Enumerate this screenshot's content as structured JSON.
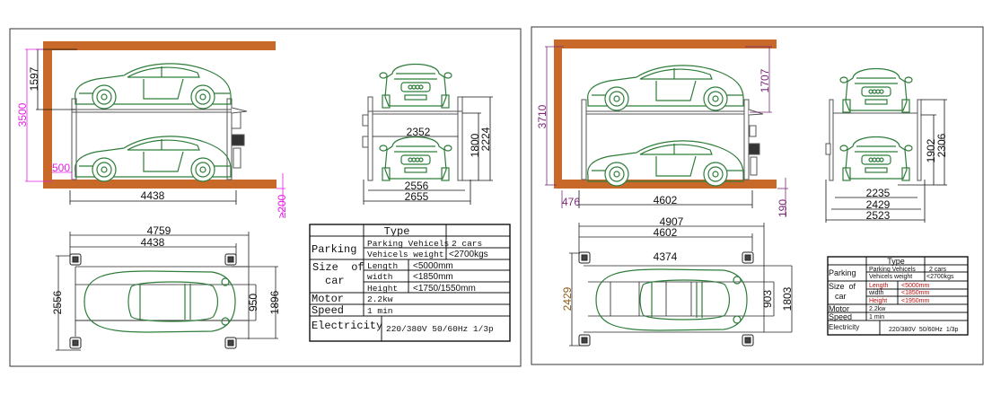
{
  "colors": {
    "car": "#2e7d3a",
    "wall": "#c8692a",
    "magenta": "#e21ee2",
    "purple": "#7a2a78",
    "line": "#111111"
  },
  "left": {
    "side_view": {
      "d_1597": "1597",
      "d_3500": "3500",
      "d_500": "500",
      "d_4438": "4438",
      "d_200": "≥200"
    },
    "front_view": {
      "d_2352": "2352",
      "d_1800": "1800",
      "d_2224": "2224",
      "d_2556": "2556",
      "d_2655": "2655"
    },
    "top_view": {
      "d_4759": "4759",
      "d_4438": "4438",
      "d_2556": "2556",
      "d_950": "950",
      "d_1896": "1896"
    },
    "table": {
      "type": "Type",
      "parking": "Parking",
      "parking_vehicles_label": "Parking Vehicels",
      "parking_vehicles_value": "2 cars",
      "vehicles_weight_label": "Vehicels weight",
      "vehicles_weight_value": "<2700kgs",
      "size_label_1": "Size  of",
      "size_label_2": "car",
      "length_label": "Length",
      "length_value": "<5000mm",
      "width_label": "width",
      "width_value": "<1850mm",
      "height_label": "Height",
      "height_value": "<1750/1550mm",
      "motor_label": "Motor",
      "motor_value": "2.2kw",
      "speed_label": "Speed",
      "speed_value": "1 min",
      "electricity_label": "Electricity",
      "electricity_value": "220/380V 50/60Hz 1/3p"
    }
  },
  "right": {
    "side_view": {
      "d_3710": "3710",
      "d_1707": "1707",
      "d_476": "476",
      "d_4602": "4602",
      "d_190": "190"
    },
    "front_view": {
      "d_1902": "1902",
      "d_2306": "2306",
      "d_2235": "2235",
      "d_2429": "2429",
      "d_2523": "2523"
    },
    "top_view": {
      "d_4907": "4907",
      "d_4602": "4602",
      "d_4374": "4374",
      "d_2429": "2429",
      "d_903": "903",
      "d_1803": "1803"
    },
    "table": {
      "type": "Type",
      "parking": "Parking",
      "parking_vehicles_label": "Parking Vehicels",
      "parking_vehicles_value": "2 cars",
      "vehicles_weight_label": "Vehicels weight",
      "vehicles_weight_value": "<2700kgs",
      "size_label_1": "Size  of",
      "size_label_2": "car",
      "length_label": "Length",
      "length_value": "<5000mm",
      "width_label": "width",
      "width_value": "<1850mm",
      "height_label": "Height",
      "height_value": "<1950mm",
      "motor_label": "Motor",
      "motor_value": "2.2kw",
      "speed_label": "Speed",
      "speed_value": "1 min",
      "electricity_label": "Electricity",
      "electricity_value": "220/380V  50/60Hz  1/3p"
    }
  }
}
